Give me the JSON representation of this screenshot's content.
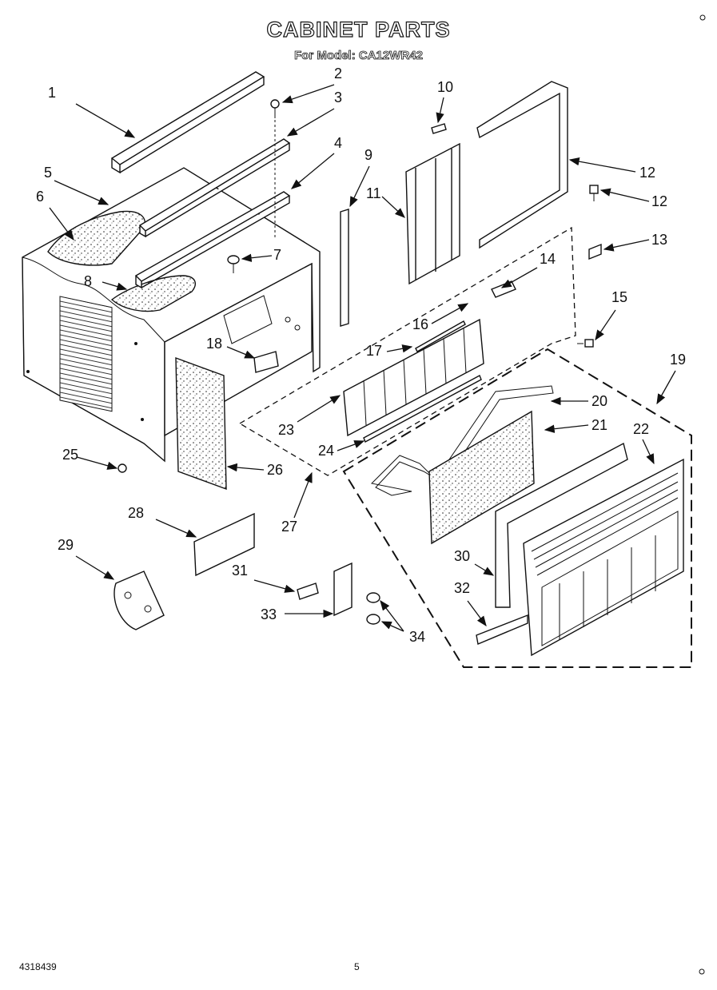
{
  "header": {
    "title": "CABINET PARTS",
    "subtitle": "For Model: CA12WR42"
  },
  "footer": {
    "doc_code": "4318439",
    "page_number": "5"
  },
  "callouts": [
    "1",
    "2",
    "3",
    "4",
    "5",
    "6",
    "7",
    "8",
    "9",
    "10",
    "11",
    "12",
    "12",
    "13",
    "14",
    "15",
    "16",
    "17",
    "18",
    "19",
    "20",
    "21",
    "22",
    "23",
    "24",
    "25",
    "26",
    "27",
    "28",
    "29",
    "30",
    "31",
    "32",
    "33",
    "34"
  ]
}
